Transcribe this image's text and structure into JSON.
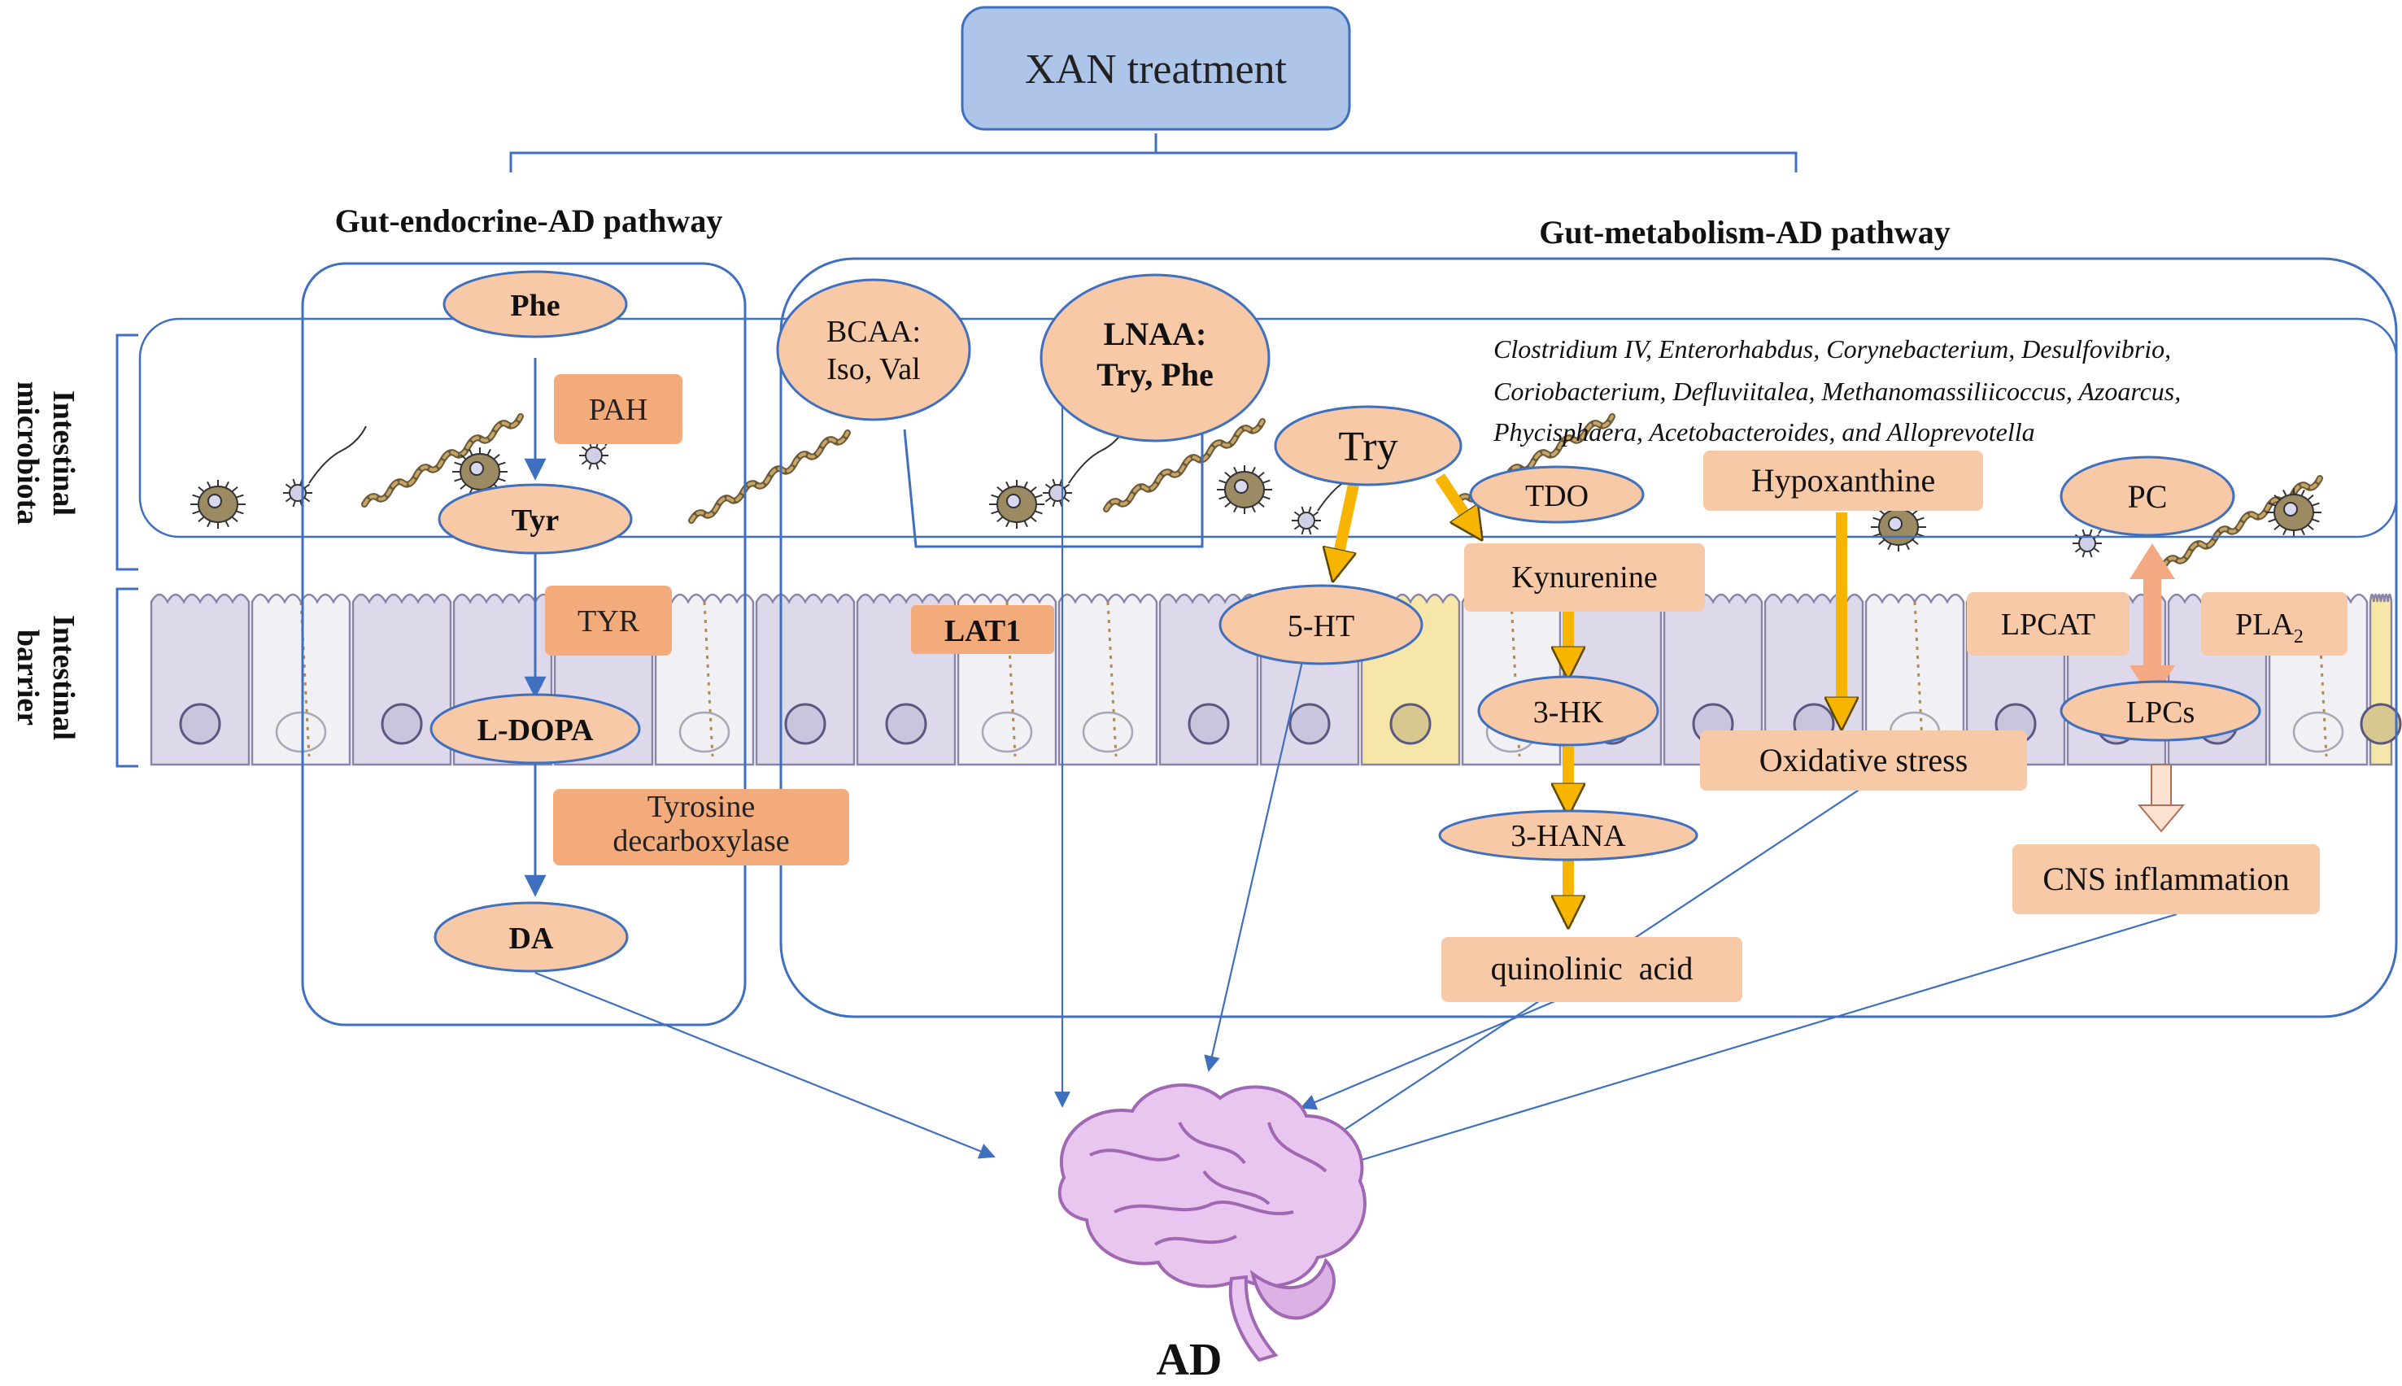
{
  "top": {
    "treatment": "XAN treatment"
  },
  "pathways": {
    "left_title": "Gut-endocrine-AD pathway",
    "right_title": "Gut-metabolism-AD pathway"
  },
  "side_labels": {
    "microbiota_line1": "Intestinal",
    "microbiota_line2": "microbiota",
    "barrier_line1": "Intestinal",
    "barrier_line2": "barrier"
  },
  "endocrine": {
    "phe": "Phe",
    "pah": "PAH",
    "tyr": "Tyr",
    "tyr_enzyme": "TYR",
    "ldopa": "L-DOPA",
    "decarb_line1": "Tyrosine",
    "decarb_line2": "decarboxylase",
    "da": "DA"
  },
  "transport": {
    "bcaa_line1": "BCAA:",
    "bcaa_line2": "Iso, Val",
    "lnaa_line1": "LNAA:",
    "lnaa_line2": "Try, Phe",
    "lat1": "LAT1"
  },
  "tryptophan": {
    "try": "Try",
    "tdo": "TDO",
    "ht5": "5-HT",
    "kynurenine": "Kynurenine",
    "hk3": "3-HK",
    "hana3": "3-HANA",
    "quinolinic": "quinolinic  acid"
  },
  "bacteria_list": [
    "Clostridium IV, Enterorhabdus, Corynebacterium, Desulfovibrio,",
    "Coriobacterium, Defluviitalea, Methanomassiliicoccus, Azoarcus,",
    "Phycisphaera, Acetobacteroides, and Alloprevotella"
  ],
  "purine": {
    "hypoxanthine": "Hypoxanthine",
    "oxidative": "Oxidative stress"
  },
  "lipid": {
    "pc": "PC",
    "lpcat": "LPCAT",
    "pla2": "PLA",
    "pla2_sub": "2",
    "lpcs": "LPCs",
    "cns": "CNS inflammation"
  },
  "outcome": {
    "ad": "AD"
  },
  "colors": {
    "box_fill": "#f8c9a6",
    "enzyme_fill": "#f4ab7c",
    "blue": "#3f6fbf",
    "xan_fill": "#aec5ea",
    "arrow_gold": "#f7b500",
    "brain": "#cfa6dc",
    "cell": "#ddd9ea"
  }
}
